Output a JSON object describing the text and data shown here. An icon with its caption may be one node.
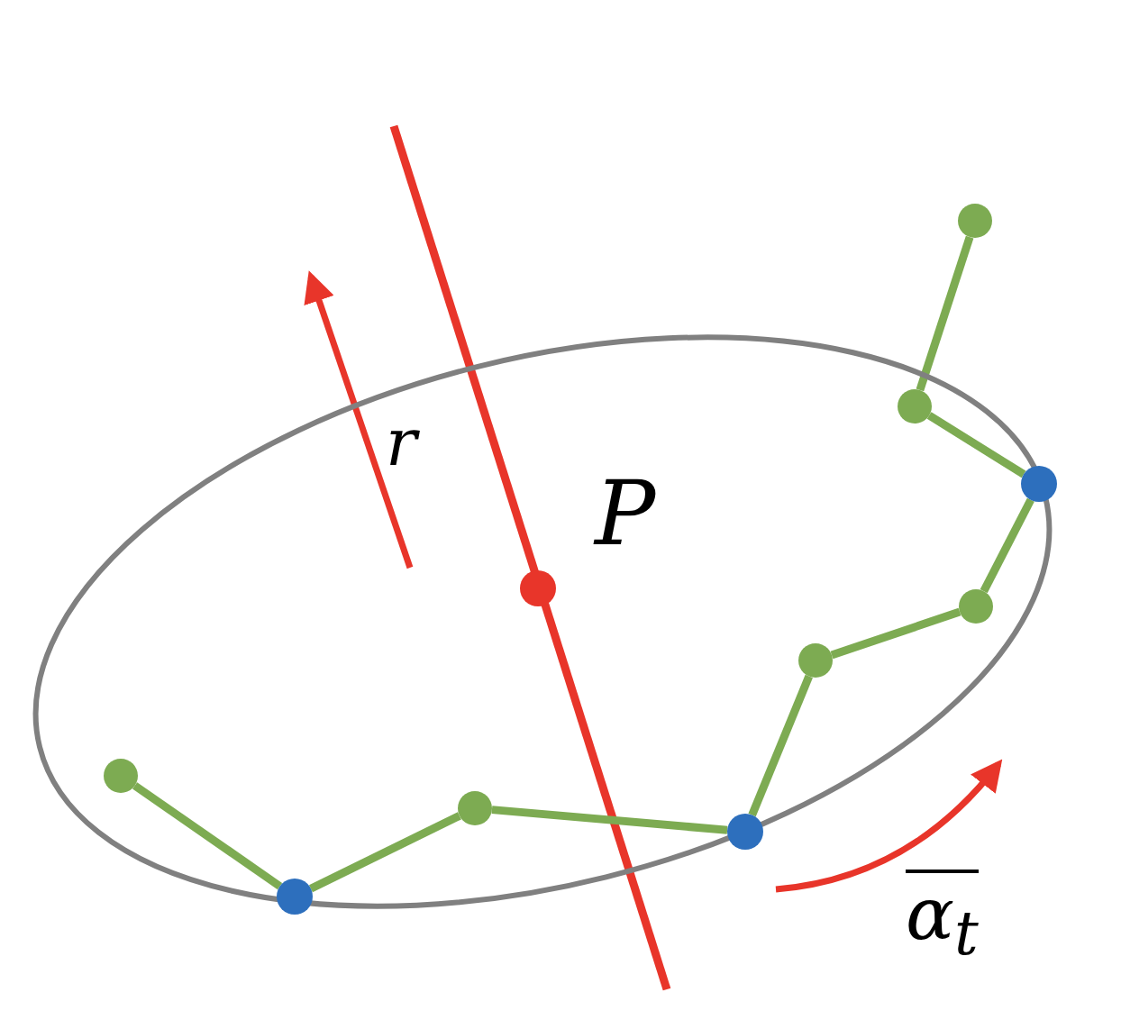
{
  "diagram": {
    "nodes": [
      {
        "text": [
          "P"
        ]
      },
      {
        "text": [],
        "shape": "circle"
      },
      {
        "text": [],
        "shape": "circle",
        "in": 0
      },
      {
        "text": [],
        "shape": "circle"
      },
      {
        "text": [],
        "shape": "circle",
        "in": 0
      },
      {
        "text": [],
        "shape": "circle",
        "in": 0
      },
      {
        "text": [],
        "shape": "circle",
        "in": 0
      },
      {
        "text": [],
        "shape": "circle",
        "in": 0
      },
      {
        "text": [],
        "shape": "circle",
        "in": 0
      },
      {
        "text": [],
        "shape": "circle"
      },
      {
        "text": [],
        "shape": "circle"
      }
    ],
    "edges": [
      {
        "from": 1,
        "to": 2,
        "arrow": "none"
      },
      {
        "from": 2,
        "to": 3,
        "arrow": "none"
      },
      {
        "from": 3,
        "to": 5,
        "arrow": "none"
      },
      {
        "from": 5,
        "to": 6,
        "arrow": "none"
      },
      {
        "from": 6,
        "to": 9,
        "arrow": "none"
      },
      {
        "from": 9,
        "to": 8,
        "arrow": "none"
      },
      {
        "from": 8,
        "to": 10,
        "arrow": "none"
      },
      {
        "from": 10,
        "to": 7,
        "arrow": "none"
      }
    ],
    "labels": [
      "r",
      "α$_{t}$"
    ]
  }
}
